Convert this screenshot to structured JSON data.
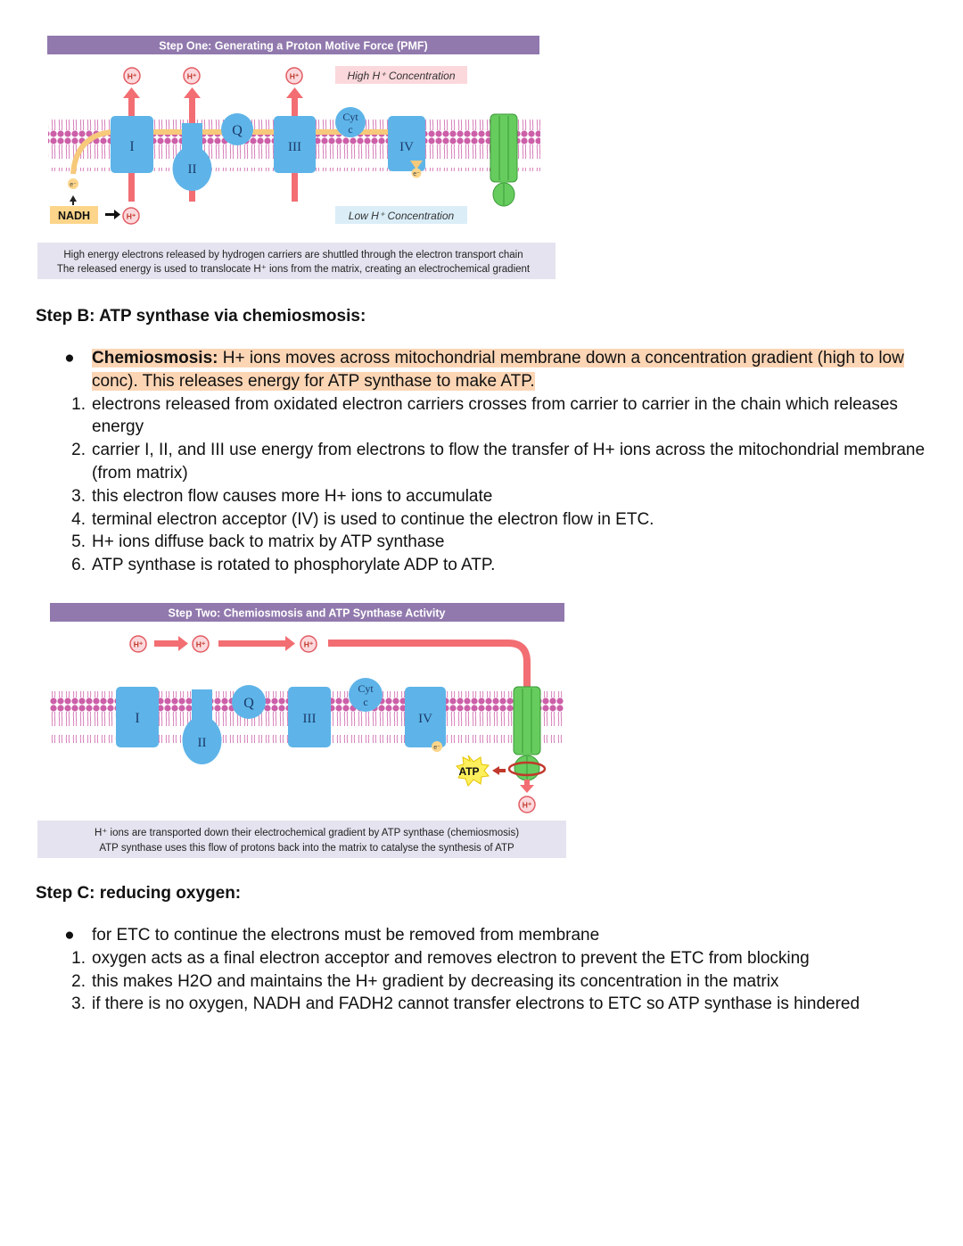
{
  "figure1": {
    "title": "Step One:  Generating a Proton Motive Force (PMF)",
    "high_label": "High H⁺ Concentration",
    "low_label": "Low H⁺ Concentration",
    "proton": "H⁺",
    "electron": "e⁻",
    "nadh": "NADH",
    "complexes": [
      "I",
      "II",
      "III",
      "IV"
    ],
    "q": "Q",
    "cyt_line1": "Cyt",
    "cyt_line2": "c",
    "caption_line1": "High energy electrons released by hydrogen carriers are shuttled through the electron transport chain",
    "caption_line2": "The released energy is used to translocate H⁺ ions from the matrix, creating an electrochemical gradient"
  },
  "stepB": {
    "heading": "Step B: ATP synthase via chemiosmosis:",
    "bullet_term": "Chemiosmosis:",
    "bullet_text": " H+ ions moves across mitochondrial membrane down a concentration gradient (high to low conc). This releases energy for ATP synthase to make ATP.",
    "items": [
      "electrons released from oxidated electron carriers crosses from carrier to carrier in the chain which releases energy",
      "carrier I, II, and III use energy from electrons to flow the transfer of H+ ions across the mitochondrial membrane (from matrix)",
      "this electron flow causes more H+ ions to accumulate",
      "terminal electron acceptor (IV) is used to continue the electron flow in ETC.",
      "H+ ions diffuse back to matrix by ATP synthase",
      "ATP synthase is rotated to phosphorylate ADP to ATP."
    ]
  },
  "figure2": {
    "title": "Step Two:  Chemiosmosis and ATP Synthase Activity",
    "proton": "H⁺",
    "electron": "e⁻",
    "atp": "ATP",
    "complexes": [
      "I",
      "II",
      "III",
      "IV"
    ],
    "q": "Q",
    "cyt_line1": "Cyt",
    "cyt_line2": "c",
    "caption_line1": "H⁺ ions are transported down their electrochemical gradient by ATP synthase (chemiosmosis)",
    "caption_line2": "ATP synthase uses this flow of protons back into the matrix to catalyse the synthesis of ATP"
  },
  "stepC": {
    "heading": "Step C: reducing oxygen:",
    "bullet_text": "for ETC to continue the electrons must be removed from membrane",
    "items": [
      "oxygen acts as a final electron acceptor and removes electron to prevent the ETC from blocking",
      "this makes H2O and maintains the H+ gradient by decreasing its concentration in the matrix",
      "if there is no oxygen, NADH and FADH2 cannot transfer electrons to ETC so ATP synthase is hindered"
    ]
  },
  "colors": {
    "title_bar": "#9179ad",
    "protein": "#5eb4e8",
    "proton_arrow": "#f26e73",
    "electron_path": "#f7c97a",
    "lipid_head": "#cc5fa8",
    "atp_synthase": "#66cc5e",
    "caption_bg": "#e4e3ef",
    "highlight": "#fcd5b5"
  }
}
